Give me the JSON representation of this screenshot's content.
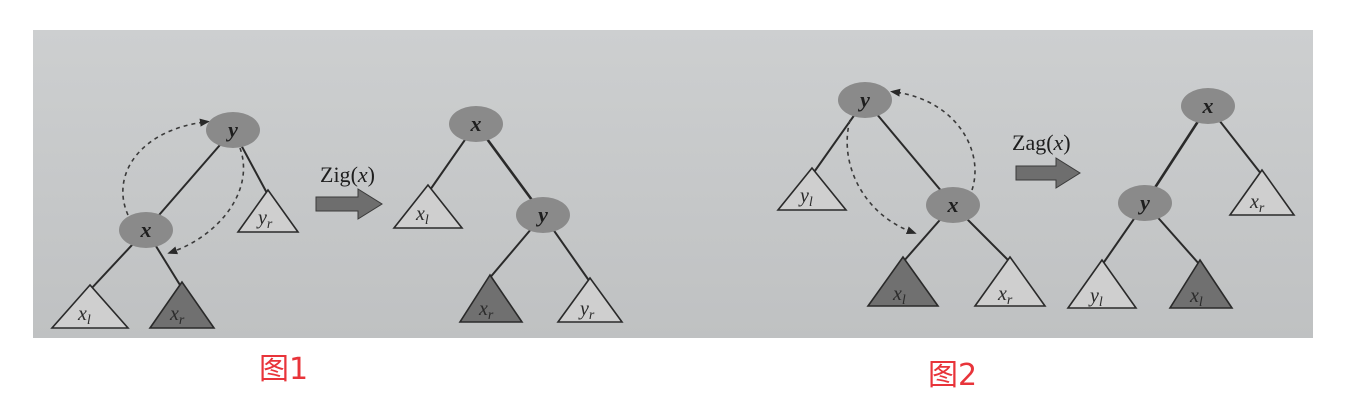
{
  "figure1": {
    "caption": "图1",
    "operation": {
      "name": "Zig",
      "open": "(",
      "arg": "x",
      "close": ")"
    },
    "before": {
      "root": "y",
      "child": "x",
      "subtrees": {
        "x_left": {
          "base": "x",
          "sub": "l"
        },
        "x_right": {
          "base": "x",
          "sub": "r"
        },
        "y_right": {
          "base": "y",
          "sub": "r"
        }
      }
    },
    "after": {
      "root": "x",
      "child": "y",
      "subtrees": {
        "x_left": {
          "base": "x",
          "sub": "l"
        },
        "x_right": {
          "base": "x",
          "sub": "r"
        },
        "y_right": {
          "base": "y",
          "sub": "r"
        }
      }
    }
  },
  "figure2": {
    "caption": "图2",
    "operation": {
      "name": "Zag",
      "open": "(",
      "arg": "x",
      "close": ")"
    },
    "before": {
      "root": "y",
      "child": "x",
      "subtrees": {
        "y_left": {
          "base": "y",
          "sub": "l"
        },
        "x_left": {
          "base": "x",
          "sub": "l"
        },
        "x_right": {
          "base": "x",
          "sub": "r"
        }
      }
    },
    "after": {
      "root": "x",
      "child": "y",
      "subtrees": {
        "y_left": {
          "base": "y",
          "sub": "l"
        },
        "x_left": {
          "base": "x",
          "sub": "l"
        },
        "x_right": {
          "base": "x",
          "sub": "r"
        }
      }
    }
  },
  "colors": {
    "caption": "#e8343a",
    "node": "#8a8a8a",
    "subtree_light": "#cfcfcf",
    "subtree_dark": "#707070",
    "arrow": "#6e6e6e",
    "line": "#2a2a2a"
  }
}
